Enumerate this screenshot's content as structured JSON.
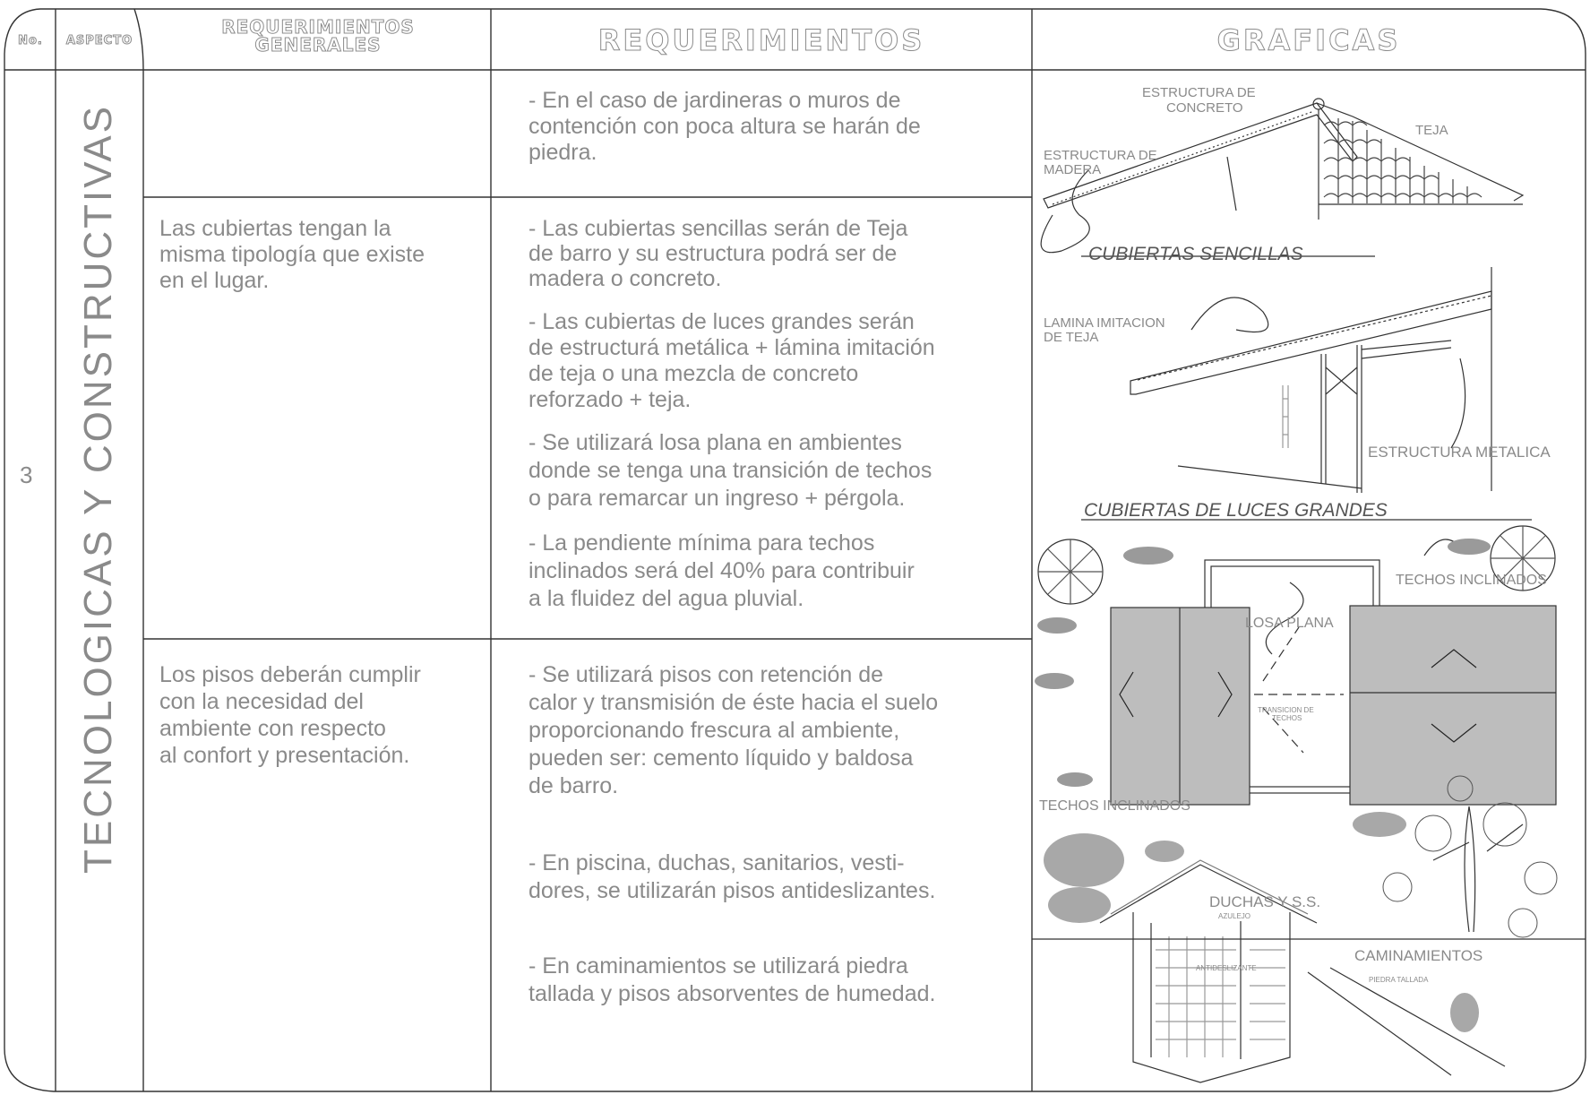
{
  "header": {
    "no": "No.",
    "aspecto": "ASPECTO",
    "req_generales_1": "REQUERIMIENTOS",
    "req_generales_2": "GENERALES",
    "requerimientos": "REQUERIMIENTOS",
    "graficas": "GRAFICAS"
  },
  "row_number": "3",
  "aspect_title": "TECNOLOGICAS Y CONSTRUCTIVAS",
  "general": {
    "cubiertas": [
      "Las cubiertas tengan la",
      "misma tipología que existe",
      "en el lugar."
    ],
    "pisos": [
      "Los pisos deberán cumplir",
      "con la necesidad del",
      "ambiente con respecto",
      "al confort y presentación."
    ]
  },
  "requirements": {
    "jardineras": [
      "- En el caso de jardineras o muros de",
      "contención con poca altura se harán de",
      " piedra."
    ],
    "cubiertas_sencillas": [
      "- Las cubiertas sencillas serán de Teja",
      "de barro y su  estructura podrá ser de",
      "madera o concreto."
    ],
    "luces_grandes": [
      "- Las cubiertas de luces grandes serán",
      "de estructurá metálica + lámina imitación",
      "de teja o una mezcla de concreto",
      "reforzado + teja."
    ],
    "losa_plana": [
      "- Se utilizará losa plana en ambientes",
      "donde se tenga una transición de techos",
      "o para remarcar un ingreso + pérgola."
    ],
    "pendiente": [
      "- La pendiente mínima para techos",
      "inclinados será del 40% para contribuir",
      "a la fluidez del agua pluvial."
    ],
    "pisos_retencion": [
      "- Se utilizará pisos con retención de",
      "calor y transmisión de éste hacia el suelo",
      "proporcionando frescura al ambiente,",
      "pueden ser: cemento líquido y baldosa",
      "de barro."
    ],
    "piscina": [
      "- En piscina, duchas, sanitarios, vesti-",
      "dores, se utilizarán pisos antideslizantes."
    ],
    "caminamientos": [
      "- En caminamientos se utilizará piedra",
      "tallada y pisos absorventes de humedad."
    ]
  },
  "graphics": {
    "estructura_concreto_1": "ESTRUCTURA DE",
    "estructura_concreto_2": "CONCRETO",
    "teja": "TEJA",
    "estructura_madera_1": "ESTRUCTURA DE",
    "estructura_madera_2": "MADERA",
    "caption_sencillas": "CUBIERTAS SENCILLAS",
    "lamina_1": "LAMINA IMITACION",
    "lamina_2": "DE TEJA",
    "estructura_metalica": "ESTRUCTURA METALICA",
    "caption_grandes": "CUBIERTAS DE LUCES GRANDES",
    "techos_inclinados_top": "TECHOS INCLINADOS",
    "losa_plana": "LOSA PLANA",
    "transicion_1": "TRANSICION DE",
    "transicion_2": "TECHOS",
    "techos_inclinados_bottom": "TECHOS INCLINADOS",
    "duchas": "DUCHAS Y S.S.",
    "azulejo": "AZULEJO",
    "antideslizante": "ANTIDESLIZANTE",
    "caminamientos": "CAMINAMIENTOS",
    "piedra_tallada": "PIEDRA TALLADA"
  }
}
